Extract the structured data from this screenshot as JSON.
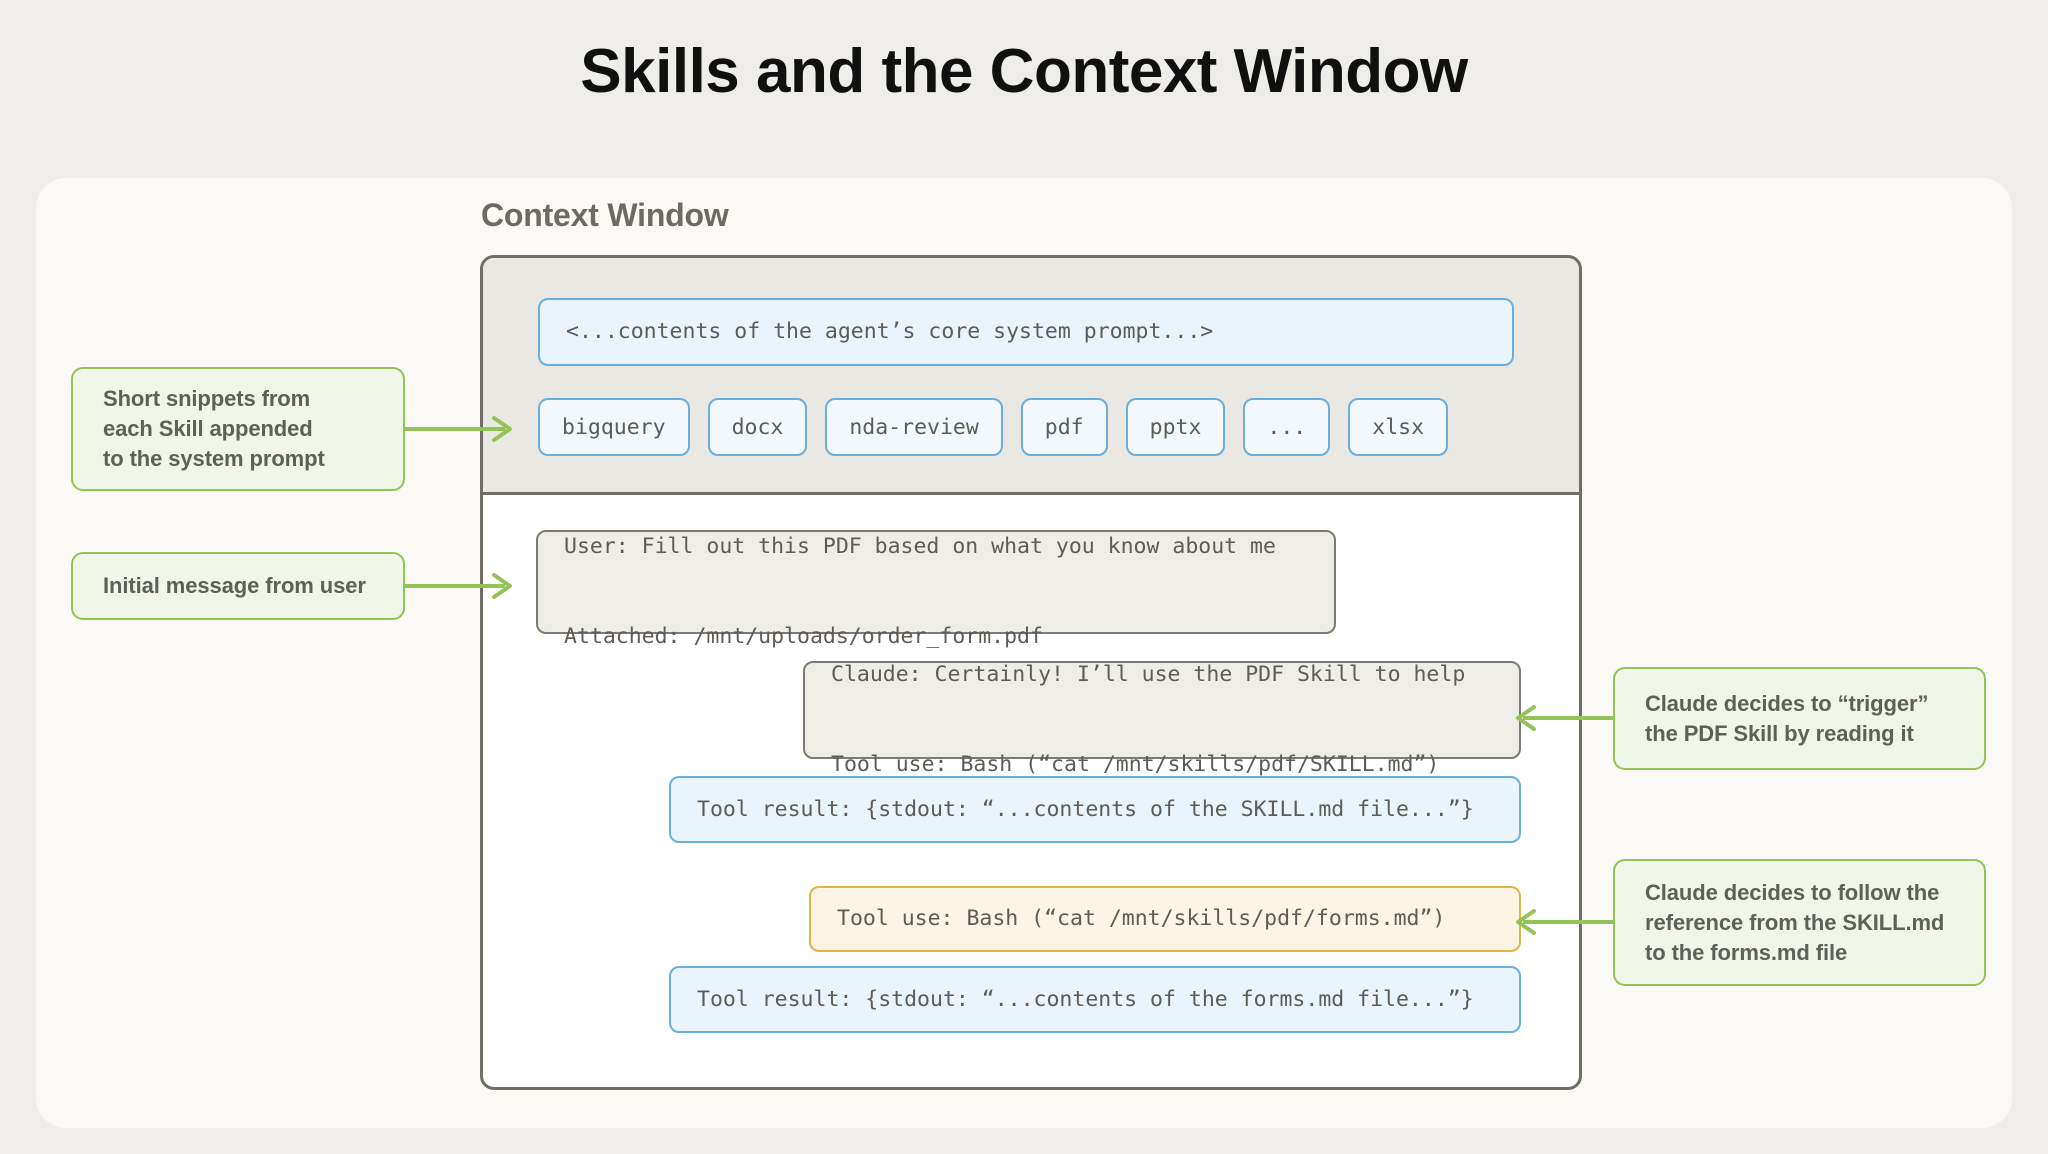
{
  "title": "Skills and the Context Window",
  "context_window": {
    "label": "Context Window",
    "system_prompt_box": "<...contents of the agent’s core system prompt...>",
    "skill_chips": [
      {
        "label": "bigquery"
      },
      {
        "label": "docx"
      },
      {
        "label": "nda-review"
      },
      {
        "label": "pdf"
      },
      {
        "label": "pptx"
      },
      {
        "label": "..."
      },
      {
        "label": "xlsx"
      }
    ],
    "messages": [
      {
        "kind": "user",
        "line1": "User: Fill out this PDF based on what you know about me",
        "line2": "Attached: /mnt/uploads/order_form.pdf"
      },
      {
        "kind": "assistant",
        "line1": "Claude: Certainly! I’ll use the PDF Skill to help",
        "line2": "Tool use: Bash (“cat /mnt/skills/pdf/SKILL.md”)"
      },
      {
        "kind": "tool-result",
        "text": "Tool result: {stdout: “...contents of the SKILL.md file...”}"
      },
      {
        "kind": "tool-use",
        "text": "Tool use: Bash (“cat /mnt/skills/pdf/forms.md”)"
      },
      {
        "kind": "tool-result",
        "text": "Tool result: {stdout: “...contents of the forms.md file...”}"
      }
    ]
  },
  "callouts": {
    "snippets": {
      "line1": "Short snippets from",
      "line2": "each Skill appended",
      "line3": "to the system prompt"
    },
    "initial": {
      "line1": "Initial message from user"
    },
    "trigger": {
      "line1": "Claude decides to “trigger”",
      "line2": "the PDF Skill by reading it"
    },
    "follow": {
      "line1": "Claude decides to follow the",
      "line2": "reference from the SKILL.md",
      "line3": "to the forms.md file"
    }
  },
  "colors": {
    "page_background": "#efedea",
    "card_background": "#faf9f5",
    "frame_border": "#6f6d66",
    "system_area": "#eae8e2",
    "blue_border": "#6aaede",
    "blue_fill": "#eaf4fb",
    "amber_border": "#e2b349",
    "amber_fill": "#fcf4e4",
    "grey_border": "#7b7a73",
    "grey_fill": "#efede7",
    "callout_border": "#93c356",
    "callout_fill": "#f0f6e8",
    "callout_text": "#5f6158",
    "mono_text": "#5d5c57"
  }
}
